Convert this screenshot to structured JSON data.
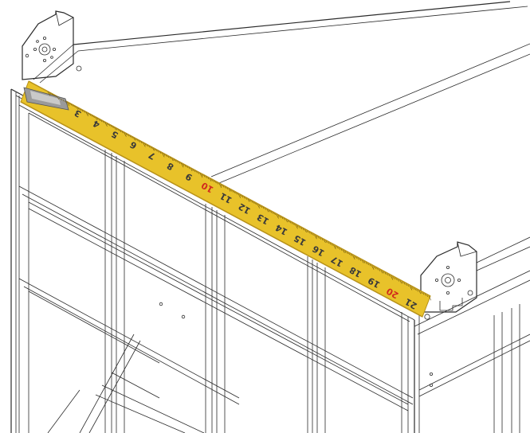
{
  "scene": {
    "subject": "line-drawing of rectangular frame with tape measure",
    "tape": {
      "color": "#E8C22A",
      "edge_color": "#B8921A",
      "labels": [
        "3",
        "4",
        "5",
        "6",
        "7",
        "8",
        "9",
        "10",
        "11",
        "12",
        "13",
        "14",
        "15",
        "16",
        "17",
        "18",
        "19",
        "20",
        "21"
      ],
      "label_colors": {
        "default": "#3a3a3a",
        "highlight": "#D12A1E"
      },
      "highlight_labels": [
        "10",
        "20"
      ]
    }
  }
}
